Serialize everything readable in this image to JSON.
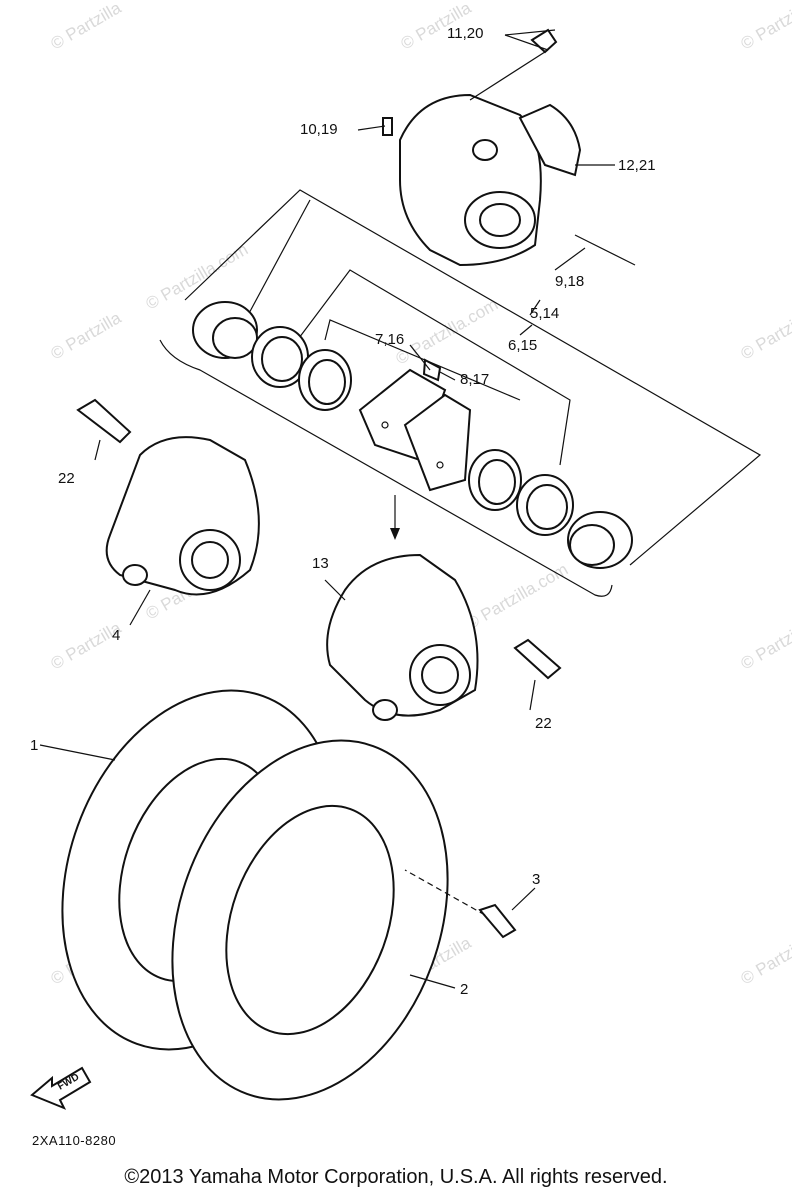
{
  "watermark": "© Partzilla",
  "watermark_domain": "© Partzilla.com",
  "callouts": {
    "c_11_20": "11,20",
    "c_10_19": "10,19",
    "c_12_21": "12,21",
    "c_9_18": "9,18",
    "c_5_14": "5,14",
    "c_6_15": "6,15",
    "c_7_16": "7,16",
    "c_8_17": "8,17",
    "c_22a": "22",
    "c_22b": "22",
    "c_4": "4",
    "c_13": "13",
    "c_1": "1",
    "c_3": "3",
    "c_2": "2"
  },
  "fwd_label": "FWD",
  "diagram_code": "2XA110-8280",
  "copyright": "©2013 Yamaha Motor Corporation, U.S.A. All rights reserved."
}
